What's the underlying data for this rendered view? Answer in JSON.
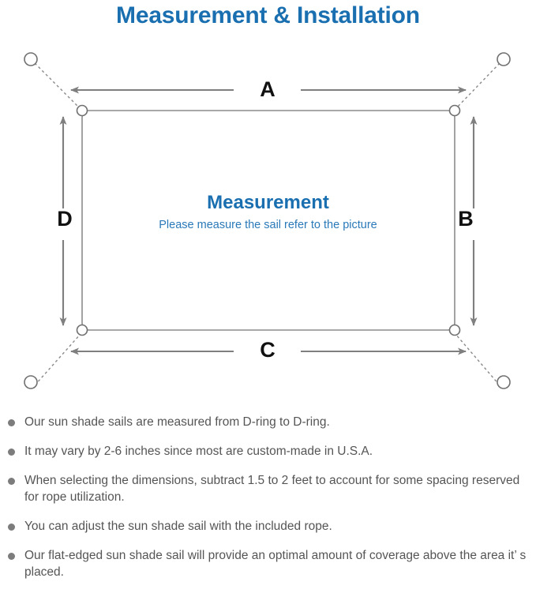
{
  "header": {
    "title": "Measurement & Installation",
    "title_color": "#1a6fb0"
  },
  "diagram": {
    "name": "sun-shade-sail-measurement-diagram",
    "sail_heading": "Measurement",
    "sail_subheading": "Please measure the sail refer to the picture",
    "sail_heading_color": "#1a6fb0",
    "line_color": "#7f7f7f",
    "labels": {
      "top": "A",
      "right": "B",
      "bottom": "C",
      "left": "D"
    },
    "label_color": "#111111",
    "corner_ring_count": 4,
    "anchor_point_count": 4,
    "rope_style": "dashed"
  },
  "notes": [
    "Our sun shade sails are measured from D-ring to D-ring.",
    "It may vary by 2-6 inches since most are custom-made in U.S.A.",
    "When selecting the dimensions, subtract 1.5 to 2 feet to account for some spacing reserved for rope utilization.",
    "You can adjust the sun shade sail with the included rope.",
    "Our flat-edged sun shade sail will provide an optimal amount of coverage above the area it’ s placed."
  ],
  "notes_color": "#555555",
  "bullet_color": "#7c7c7c"
}
